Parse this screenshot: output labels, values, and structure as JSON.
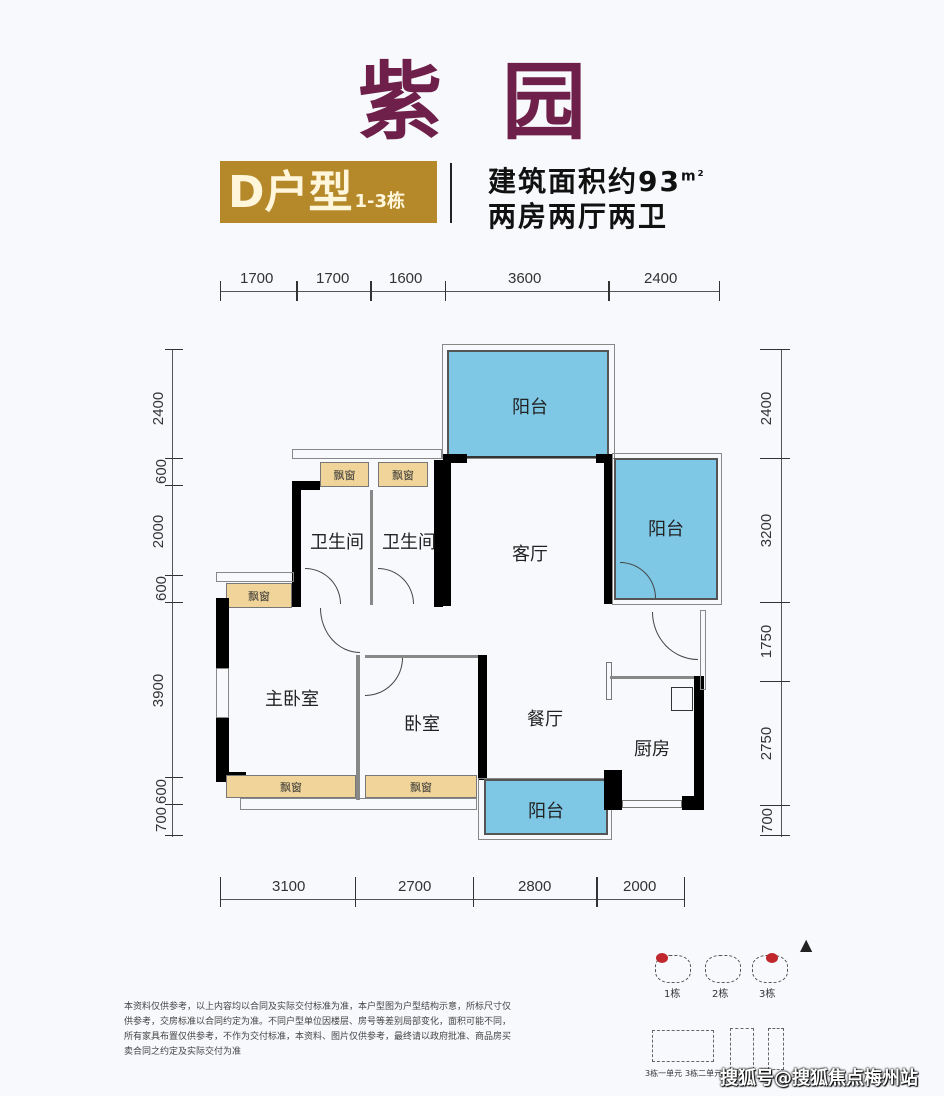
{
  "header": {
    "project_name": "紫园",
    "unit_type": "D户型",
    "buildings": "1-3栋",
    "area_text": "建筑面积约93",
    "area_unit": "m²",
    "layout_text": "两房两厅两卫"
  },
  "dimensions": {
    "top": [
      "1700",
      "1700",
      "1600",
      "3600",
      "2400"
    ],
    "bottom": [
      "3100",
      "2700",
      "2800",
      "2000"
    ],
    "left": [
      "2400",
      "600",
      "2000",
      "600",
      "3900",
      "600",
      "700"
    ],
    "right": [
      "2400",
      "3200",
      "1750",
      "2750",
      "700"
    ]
  },
  "rooms": {
    "balcony_top": "阳台",
    "balcony_right": "阳台",
    "balcony_bottom": "阳台",
    "living_room": "客厅",
    "dining_room": "餐厅",
    "kitchen": "厨房",
    "bathroom_1": "卫生间",
    "bathroom_2": "卫生间",
    "master_bedroom": "主卧室",
    "bedroom": "卧室",
    "bay_window": "飘窗"
  },
  "colors": {
    "title": "#6e1f4a",
    "badge": "#b5892a",
    "balcony": "#7ec8e6",
    "bay_window": "#f0d49a",
    "highlight": "#c0282d"
  },
  "legend": {
    "buildings": [
      "1栋",
      "2栋",
      "3栋"
    ],
    "units": [
      "3栋一单元",
      "3栋二单元"
    ]
  },
  "disclaimer": "本资料仅供参考，以上内容均以合同及实际交付标准为准，本户型图为户型结构示意，所标尺寸仅供参考，交房标准以合同约定为准。不同户型单位因楼层、房号等差别局部变化，面积可能不同，所有家具布置仅供参考，不作为交付标准，本资料、图片仅供参考，最终请以政府批准、商品房买卖合同之约定及实际交付为准",
  "watermark": "搜狐号@搜狐焦点梅州站"
}
